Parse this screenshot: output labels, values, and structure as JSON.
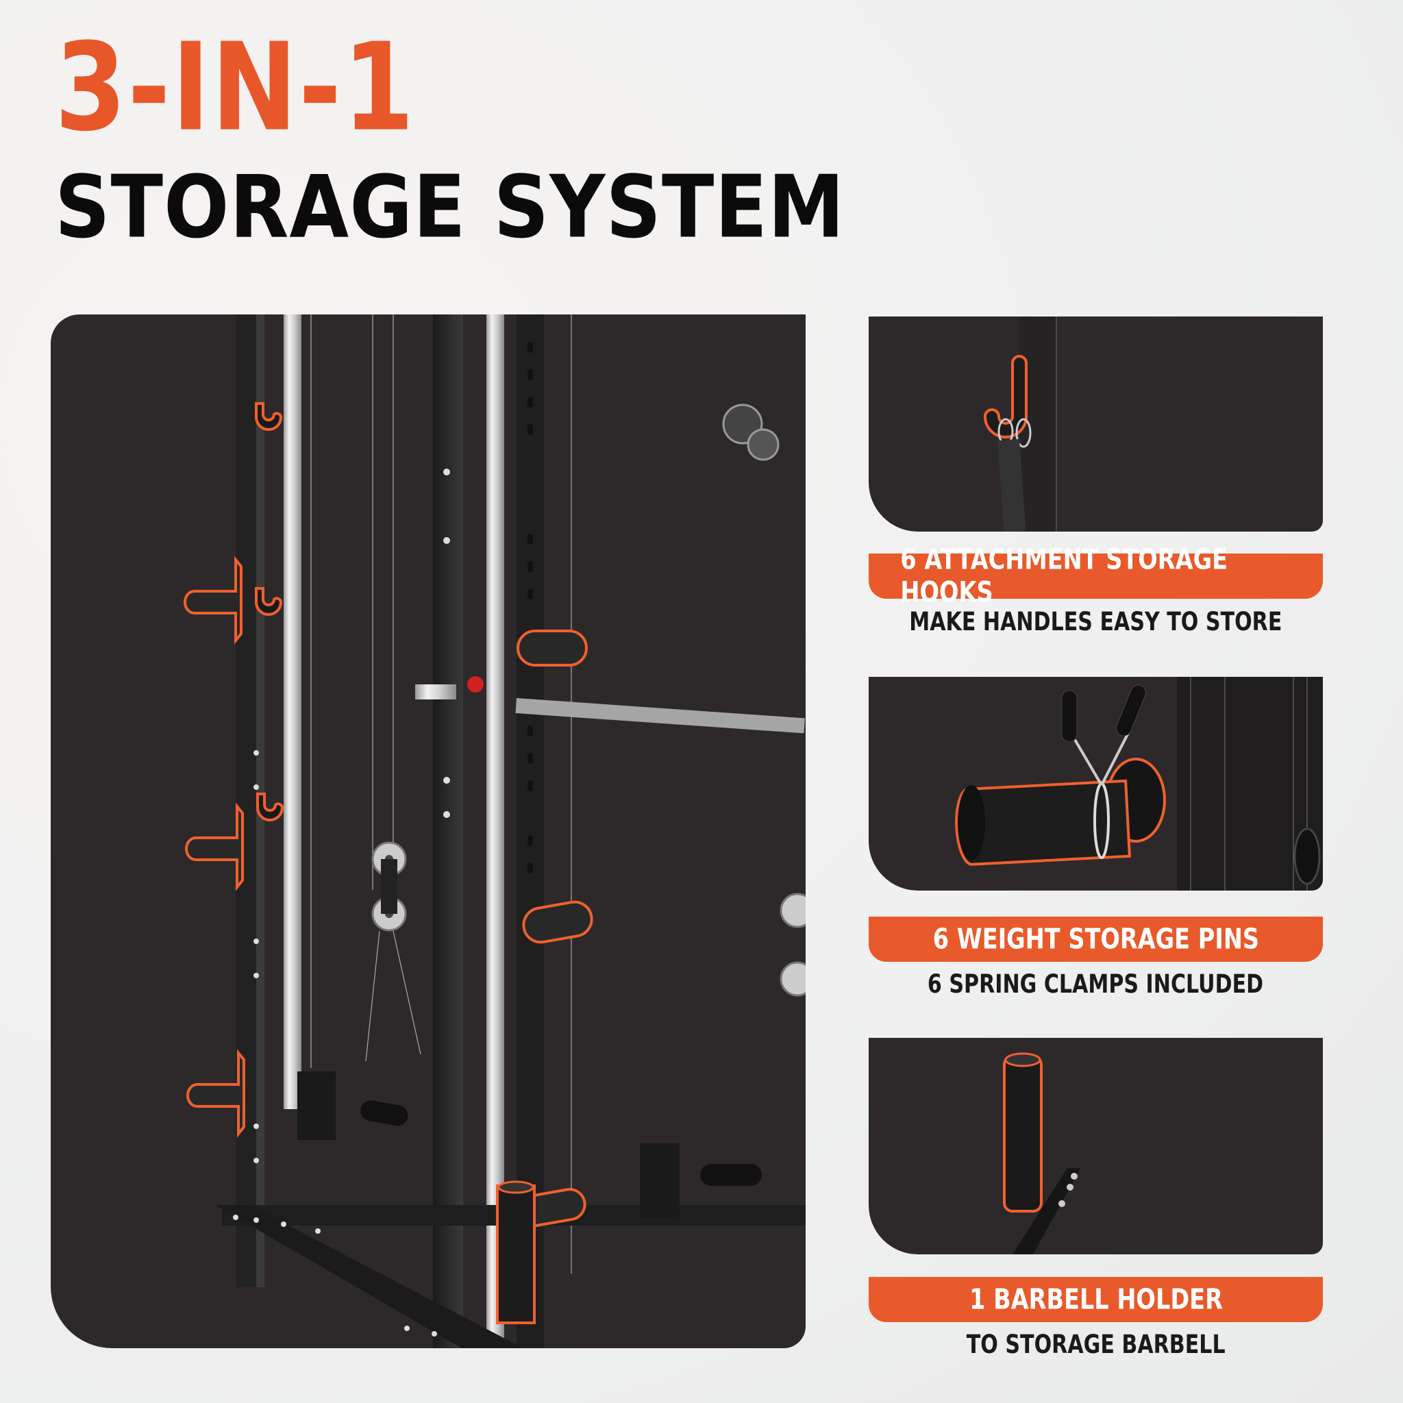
{
  "header": {
    "title_accent": "3-IN-1",
    "title_main": "STORAGE SYSTEM"
  },
  "colors": {
    "accent": "#E85A2B",
    "panel": "#2D292A",
    "background": "#F1F1F1",
    "heading": "#0B0B0B"
  },
  "main_image": {
    "description": "Smith machine frame with highlighted storage hooks, weight pins, and barbell holder",
    "highlighted_parts": [
      "attachment-hook",
      "weight-storage-pin",
      "barbell-holder"
    ]
  },
  "features": [
    {
      "title": "6 ATTACHMENT STORAGE HOOKS",
      "subtitle": "MAKE HANDLES EASY TO STORE",
      "image": "hook-closeup"
    },
    {
      "title": "6 WEIGHT STORAGE PINS",
      "subtitle": "6 SPRING CLAMPS INCLUDED",
      "image": "pin-closeup"
    },
    {
      "title": "1 BARBELL HOLDER",
      "subtitle": "TO STORAGE BARBELL",
      "image": "barbell-holder-closeup"
    }
  ]
}
